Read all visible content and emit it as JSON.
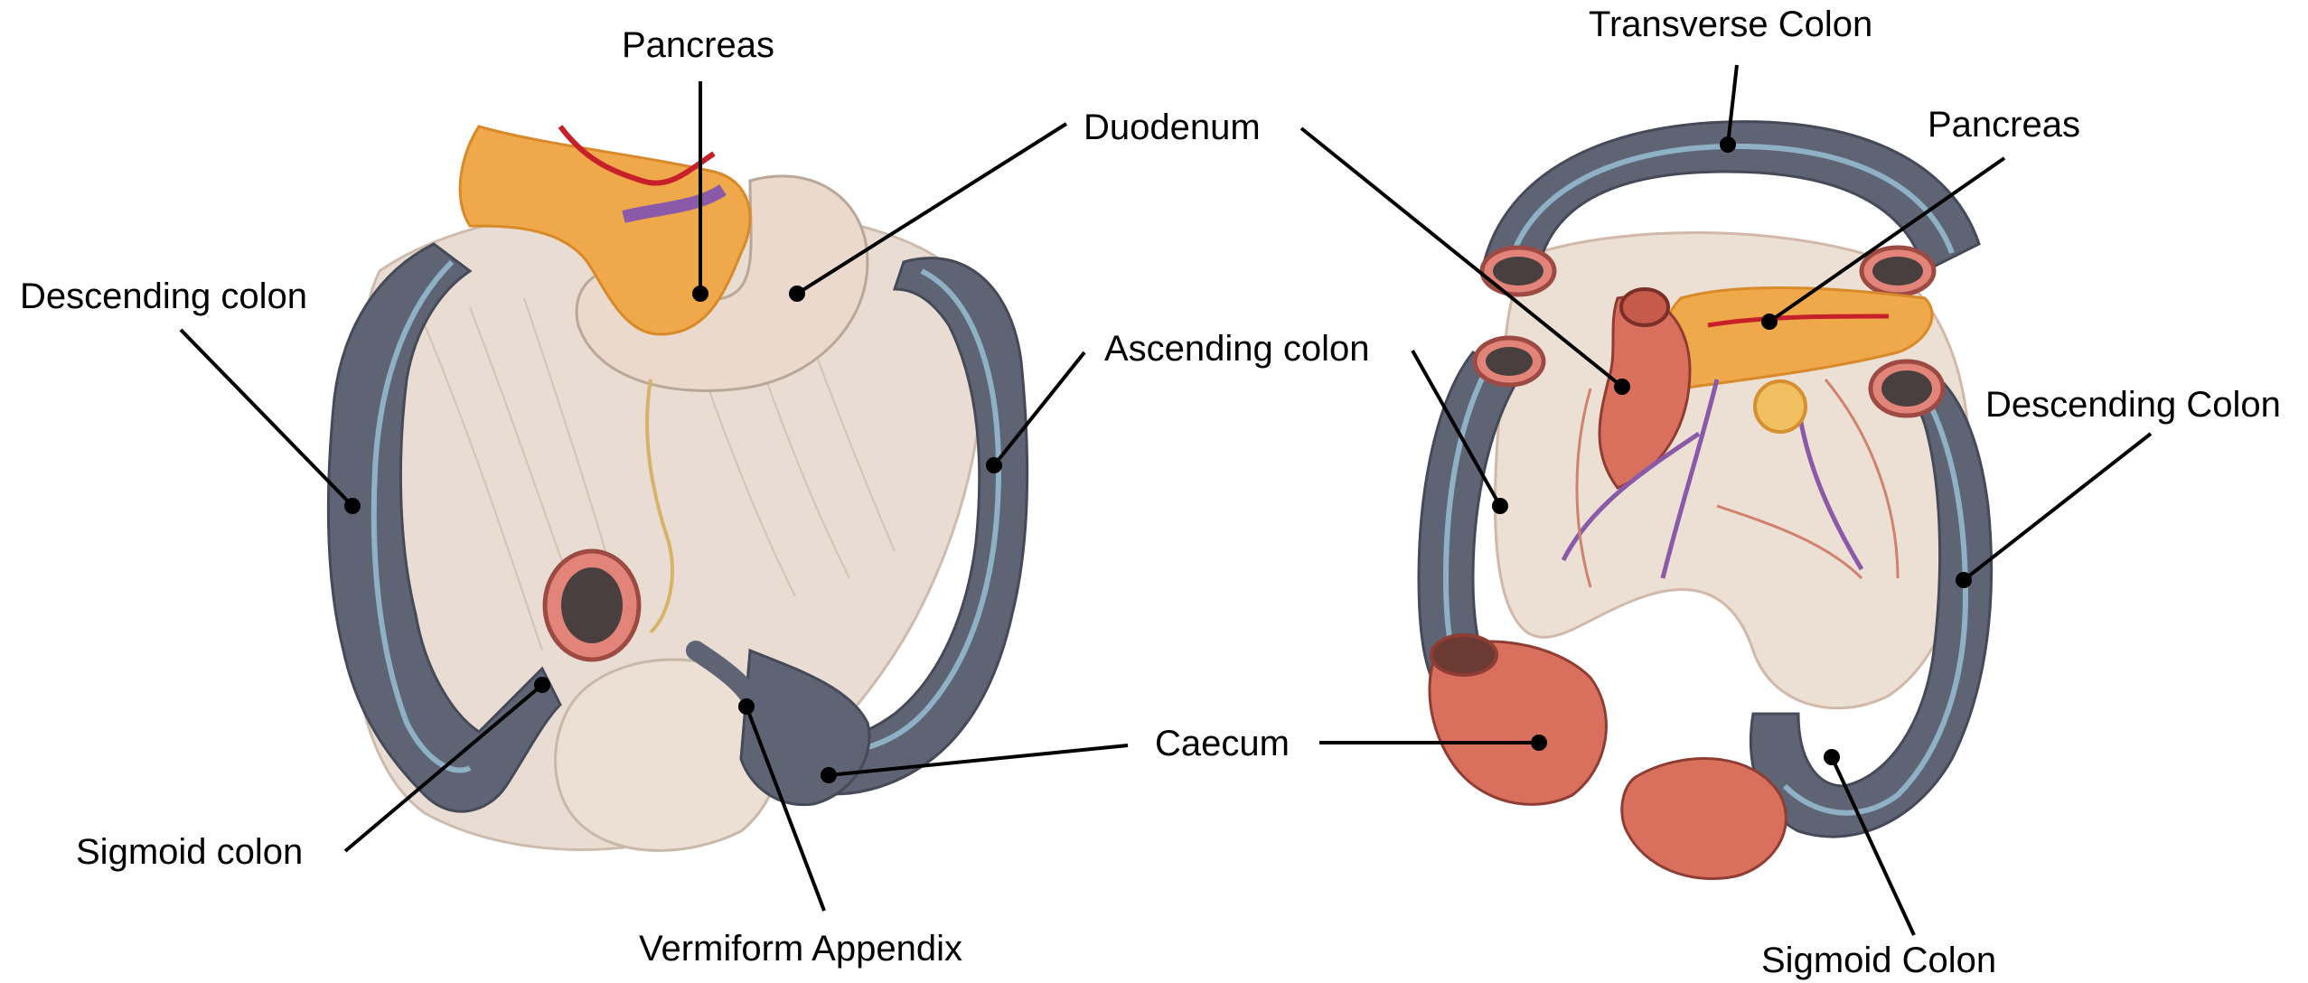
{
  "labels": {
    "left_pancreas": "Pancreas",
    "left_duodenum": "Duodenum",
    "left_descending_colon": "Descending colon",
    "left_ascending_colon": "Ascending colon",
    "left_sigmoid_colon": "Sigmoid colon",
    "left_appendix": "Vermiform Appendix",
    "caecum": "Caecum",
    "right_transverse_colon": "Transverse Colon",
    "right_pancreas": "Pancreas",
    "right_descending_colon": "Descending Colon",
    "right_sigmoid_colon": "Sigmoid Colon"
  },
  "colors": {
    "colon": "#5f6474",
    "colon_stripe": "#8fb1c6",
    "mesentery": "#e8dcd2",
    "pancreas": "#f0a94a",
    "gut_pink": "#d9705e",
    "vessel_red": "#c8202a",
    "vessel_purple": "#8a5aa8",
    "leader_line": "#000000"
  }
}
